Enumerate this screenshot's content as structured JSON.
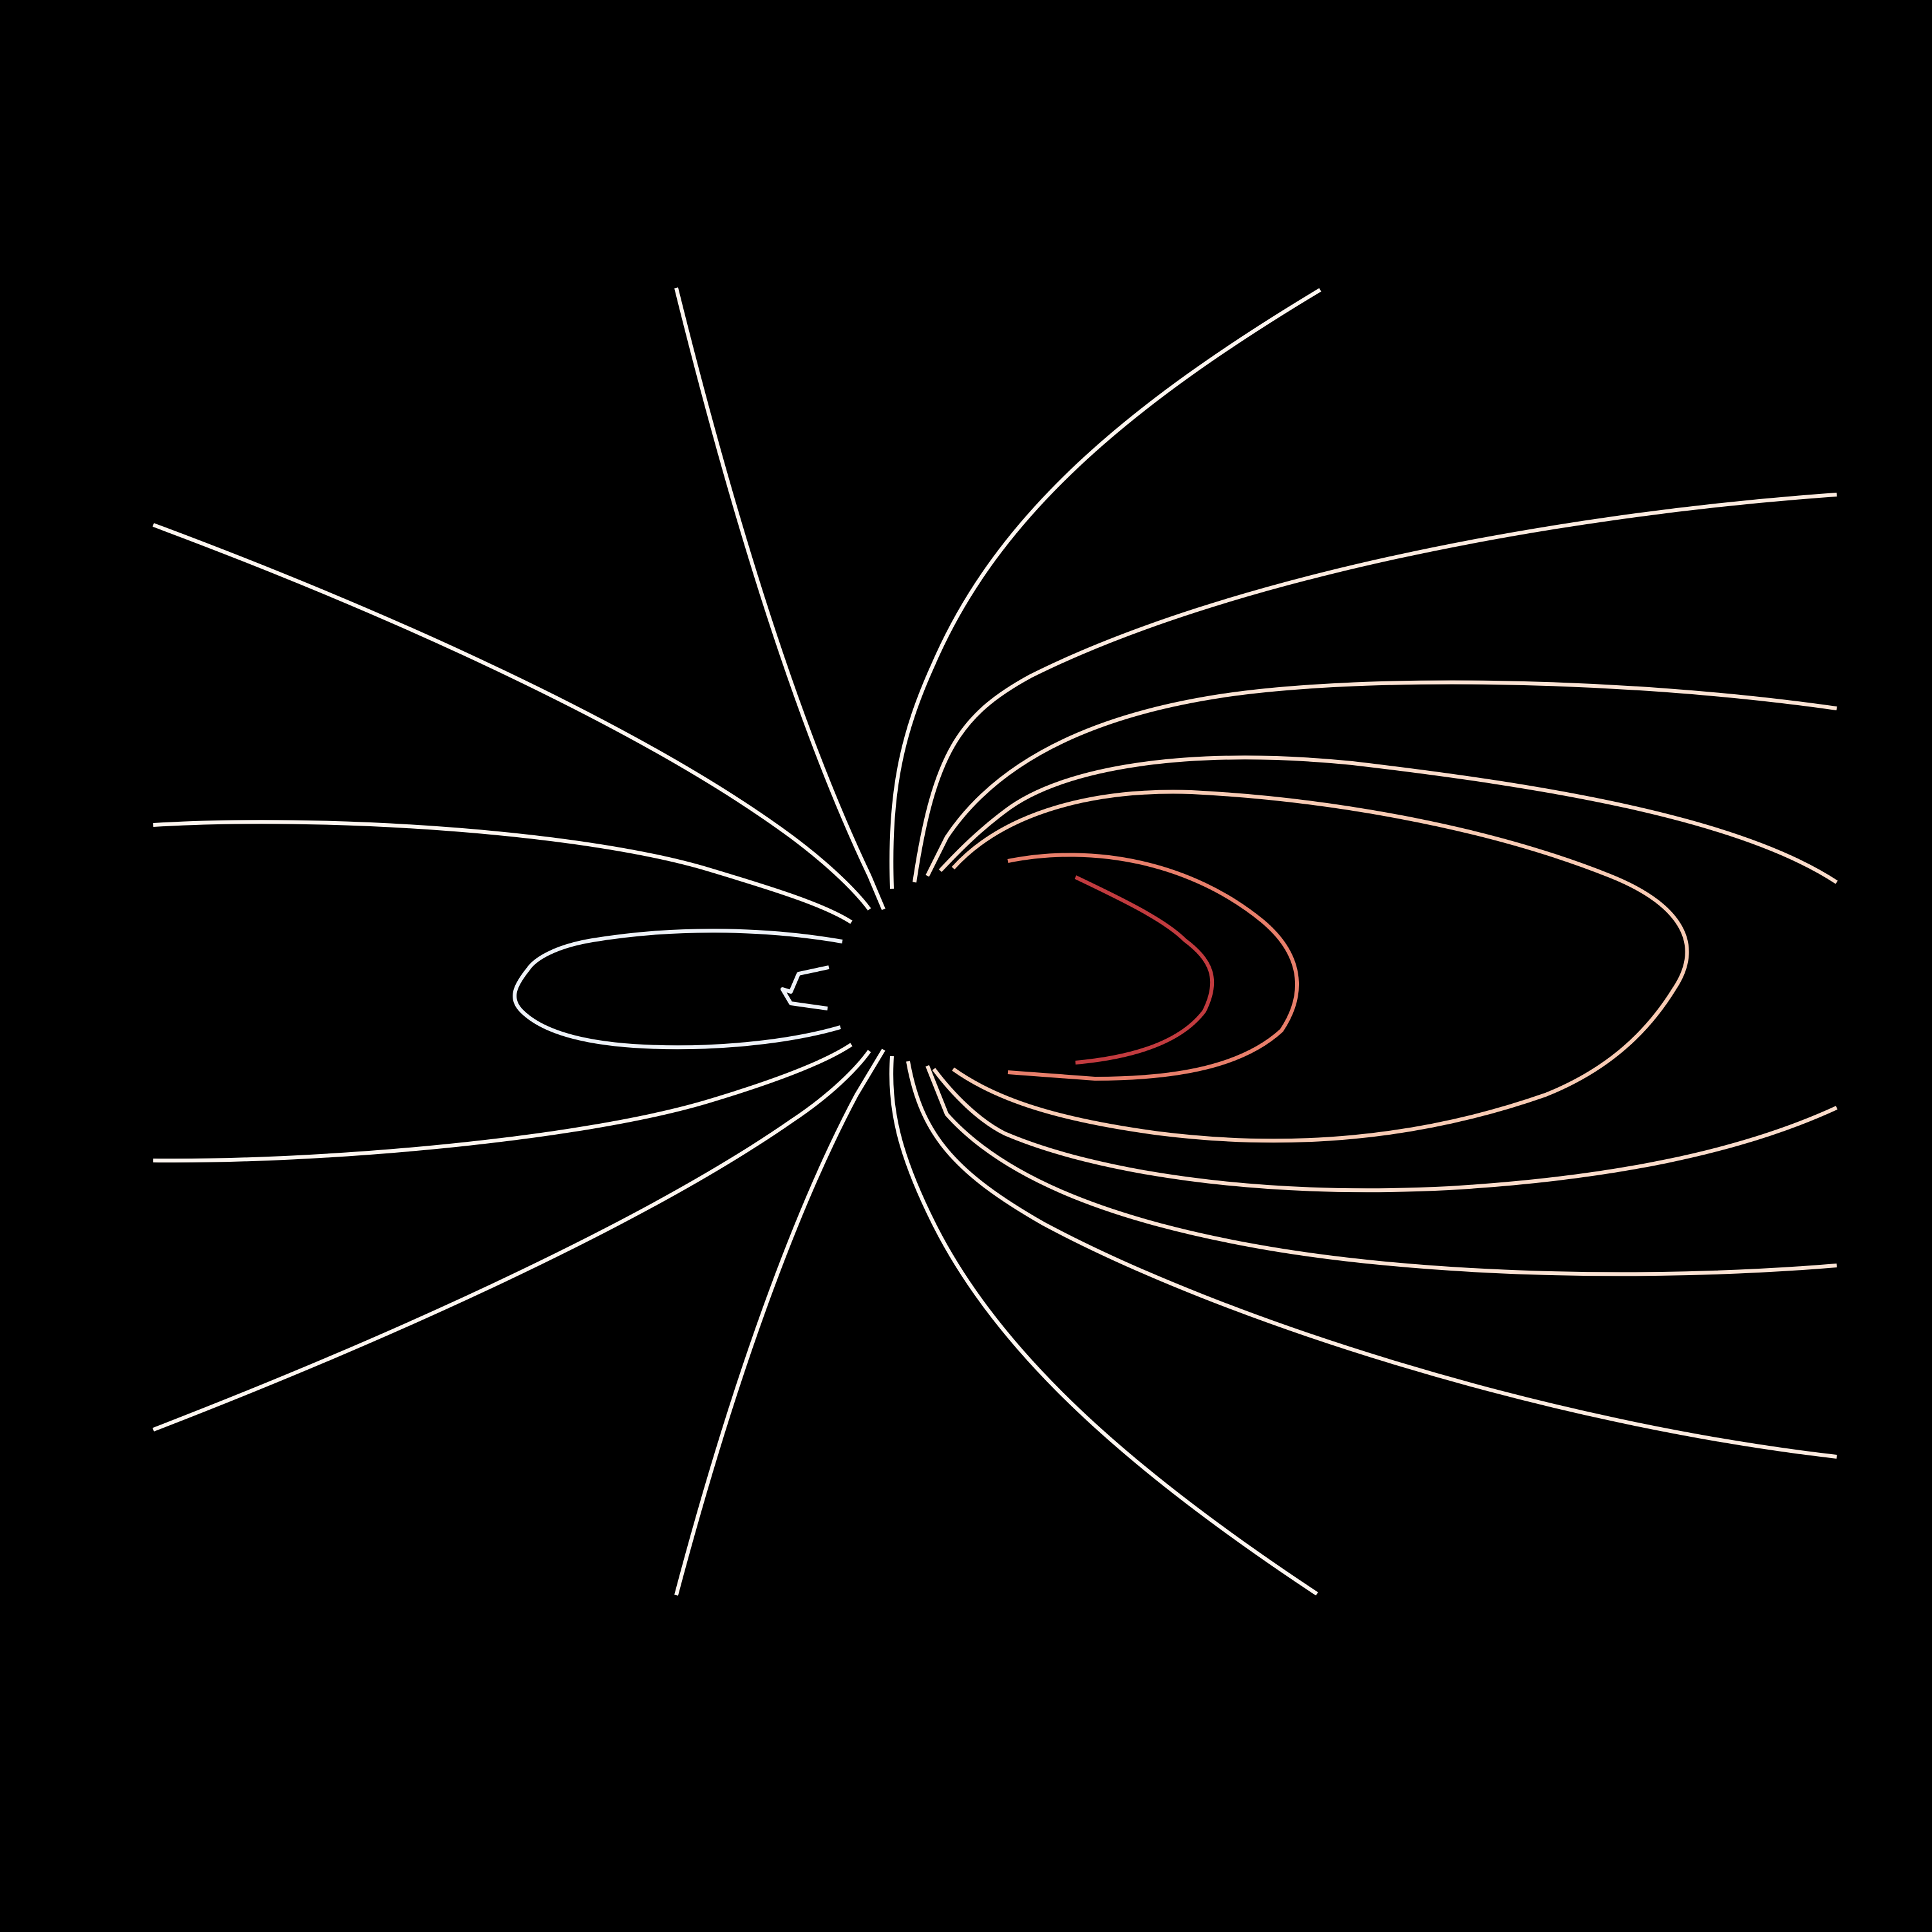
{
  "figure": {
    "background_color": "#000000",
    "line_color_scale": [
      "#fdf6f0",
      "#fbe0d0",
      "#f4b39b",
      "#e87f6b",
      "#c23b3f"
    ],
    "field_lines": [
      {
        "name": "open-line-upper-left-steep",
        "color": "#fdf6f0"
      },
      {
        "name": "open-line-upper-left-mid",
        "color": "#fdf6f0"
      },
      {
        "name": "open-line-left-upper",
        "color": "#fdf6f0"
      },
      {
        "name": "closed-loop-left",
        "color": "#eef2f8"
      },
      {
        "name": "open-line-left-lower",
        "color": "#fdf6f0"
      },
      {
        "name": "open-line-lower-left-mid",
        "color": "#fdf6f0"
      },
      {
        "name": "open-line-lower-left-steep",
        "color": "#fdf6f0"
      },
      {
        "name": "open-line-upper-right-steep",
        "color": "#fdf6f0"
      },
      {
        "name": "open-line-upper-right-mid",
        "color": "#fcebe0"
      },
      {
        "name": "open-line-right-upper",
        "color": "#fbe3d4"
      },
      {
        "name": "open-line-right-near",
        "color": "#fbdccb"
      },
      {
        "name": "open-line-right-lower-near",
        "color": "#fbdccb"
      },
      {
        "name": "open-line-right-lower",
        "color": "#fbe3d4"
      },
      {
        "name": "open-line-lower-right-mid",
        "color": "#fcebe0"
      },
      {
        "name": "open-line-lower-right-steep",
        "color": "#fdf6f0"
      },
      {
        "name": "closed-loop-right-outer",
        "color": "#f8cbb4"
      },
      {
        "name": "closed-loop-right-middle",
        "color": "#e87f6b"
      },
      {
        "name": "closed-loop-right-inner",
        "color": "#c23b3f"
      }
    ]
  }
}
